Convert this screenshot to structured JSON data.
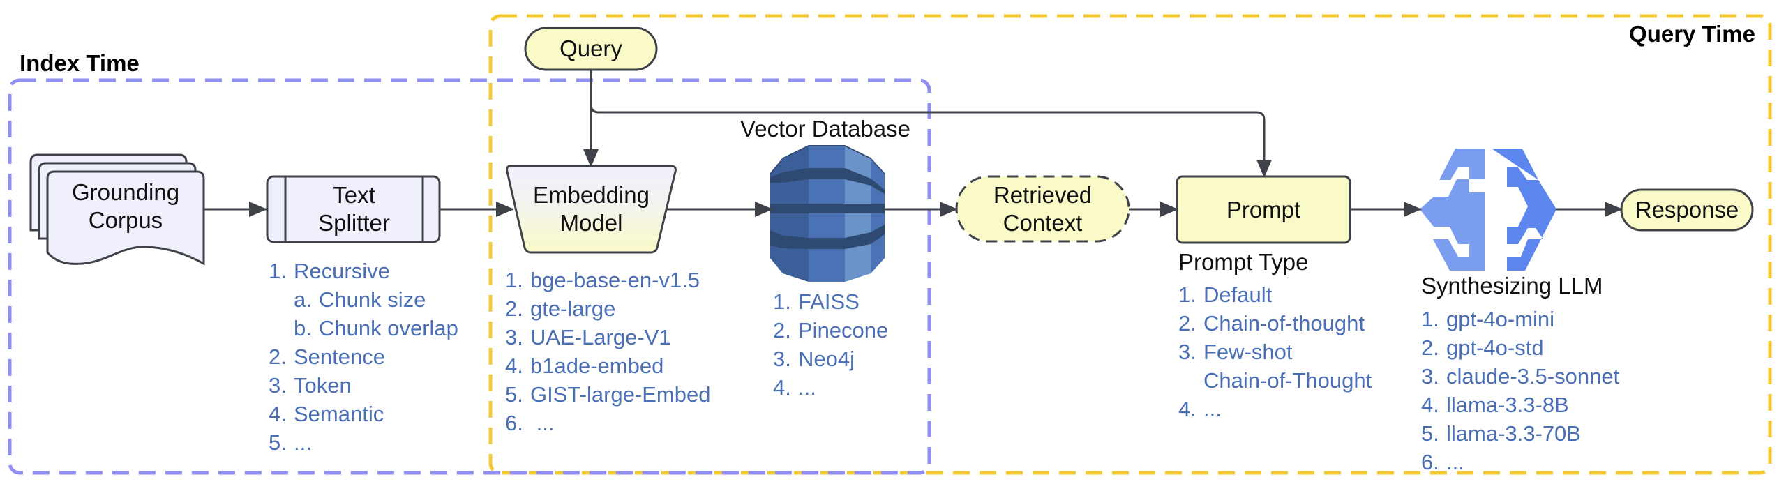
{
  "groups": {
    "index_time": {
      "title": "Index Time",
      "border_color": "#8f8ff2"
    },
    "query_time": {
      "title": "Query Time",
      "border_color": "#f2c837"
    }
  },
  "nodes": {
    "grounding_corpus": {
      "label": "Grounding\nCorpus"
    },
    "text_splitter": {
      "label": "Text\nSplitter"
    },
    "embedding_model": {
      "label": "Embedding\nModel"
    },
    "query": {
      "label": "Query"
    },
    "vector_database": {
      "caption": "Vector Database",
      "icon": "database-icon"
    },
    "retrieved_context": {
      "label": "Retrieved\nContext"
    },
    "prompt": {
      "label": "Prompt",
      "caption": "Prompt Type"
    },
    "synthesizing_llm": {
      "caption": "Synthesizing LLM",
      "icon": "brain-icon"
    },
    "response": {
      "label": "Response"
    }
  },
  "lists": {
    "text_splitter": [
      {
        "num": "1.",
        "text": "Recursive",
        "kind": "item"
      },
      {
        "num": "a.",
        "text": "Chunk size",
        "kind": "sub"
      },
      {
        "num": "b.",
        "text": "Chunk overlap",
        "kind": "sub"
      },
      {
        "num": "2.",
        "text": "Sentence",
        "kind": "item"
      },
      {
        "num": "3.",
        "text": "Token",
        "kind": "item"
      },
      {
        "num": "4.",
        "text": "Semantic",
        "kind": "item"
      },
      {
        "num": "5.",
        "text": "...",
        "kind": "item"
      }
    ],
    "embedding_model": [
      {
        "num": "1.",
        "text": "bge-base-en-v1.5",
        "kind": "item"
      },
      {
        "num": "2.",
        "text": "gte-large",
        "kind": "item"
      },
      {
        "num": "3.",
        "text": "UAE-Large-V1",
        "kind": "item"
      },
      {
        "num": "4.",
        "text": "b1ade-embed",
        "kind": "item"
      },
      {
        "num": "5.",
        "text": "GIST-large-Embed",
        "kind": "item"
      },
      {
        "num": "6.",
        "text": " ...",
        "kind": "item"
      }
    ],
    "vector_database": [
      {
        "num": "1.",
        "text": "FAISS",
        "kind": "item"
      },
      {
        "num": "2.",
        "text": "Pinecone",
        "kind": "item"
      },
      {
        "num": "3.",
        "text": "Neo4j",
        "kind": "item"
      },
      {
        "num": "4.",
        "text": "...",
        "kind": "item"
      }
    ],
    "prompt_type": [
      {
        "num": "1.",
        "text": "Default",
        "kind": "item"
      },
      {
        "num": "2.",
        "text": "Chain-of-thought",
        "kind": "item"
      },
      {
        "num": "3.",
        "text": "Few-shot",
        "kind": "item"
      },
      {
        "num": "",
        "text": "Chain-of-Thought",
        "kind": "cont"
      },
      {
        "num": "4.",
        "text": "...",
        "kind": "item"
      }
    ],
    "synthesizing_llm": [
      {
        "num": "1.",
        "text": "gpt-4o-mini",
        "kind": "item"
      },
      {
        "num": "2.",
        "text": "gpt-4o-std",
        "kind": "item"
      },
      {
        "num": "3.",
        "text": "claude-3.5-sonnet",
        "kind": "item"
      },
      {
        "num": "4.",
        "text": "llama-3.3-8B",
        "kind": "item"
      },
      {
        "num": "5.",
        "text": "llama-3.3-70B",
        "kind": "item"
      },
      {
        "num": "6.",
        "text": "...",
        "kind": "item"
      }
    ]
  },
  "colors": {
    "node_lavender": "#f0f0fc",
    "node_yellow": "#fafac8",
    "stroke": "#3f4349",
    "list_text": "#4a6fb5",
    "db_dark": "#2f4a72",
    "db_mid": "#4a72b5",
    "db_light": "#6a93c9",
    "brain_left": "#7b9df0",
    "brain_right": "#5d87ee"
  }
}
